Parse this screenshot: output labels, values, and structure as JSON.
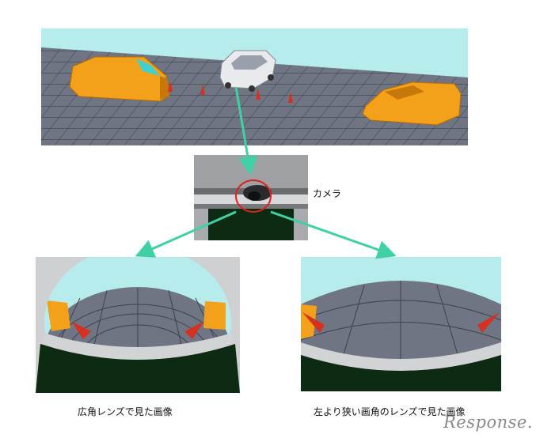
{
  "labels": {
    "camera": "カメラ",
    "wide_lens": "広角レンズで見た画像",
    "narrow_lens": "左より狭い画角のレンズで見た画像"
  },
  "watermark": "Response.",
  "colors": {
    "sky": "#b6ecec",
    "ground": "#6f7583",
    "grid": "#3c4150",
    "parked_car": "#f3a11a",
    "cone": "#d63020",
    "arrow": "#3fd0a6",
    "highlight_ring": "#e0201c",
    "lens_floor": "#0d2a12"
  },
  "icons": [
    "car-icon",
    "traffic-cone-icon",
    "camera-icon"
  ]
}
